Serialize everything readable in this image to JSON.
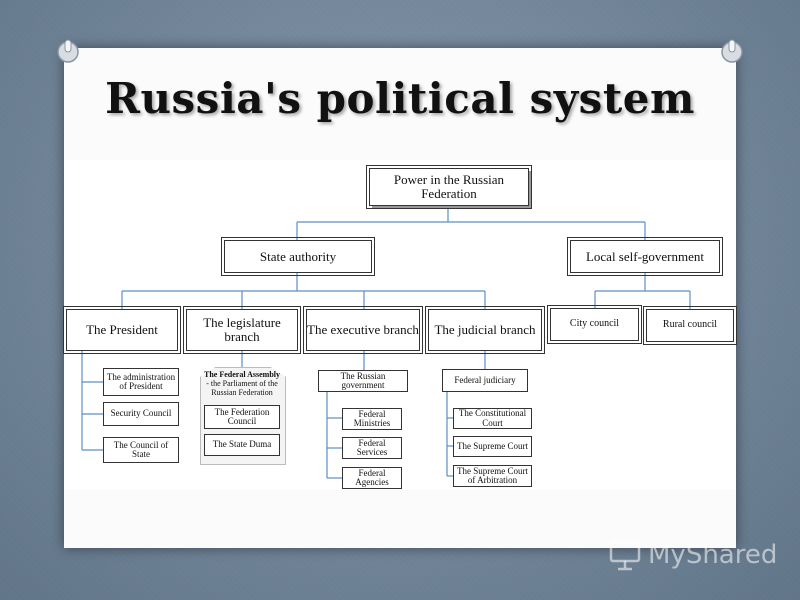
{
  "slide": {
    "title": "Russia's political system"
  },
  "diagram": {
    "root": "Power in the Russian Federation",
    "state_authority": "State authority",
    "local_self_government": "Local self-government",
    "branches": {
      "president": "The President",
      "legislature": "The legislature branch",
      "executive": "The executive branch",
      "judicial": "The judicial branch"
    },
    "local": {
      "city_council": "City council",
      "rural_council": "Rural council"
    },
    "president_items": [
      "The administration of President",
      "Security Council",
      "The Council of State"
    ],
    "legislature": {
      "assembly_title": "The Federal Assembly",
      "assembly_subtitle": "- the Parliament of the Russian Federation",
      "items": [
        "The Federation Council",
        "The State Duma"
      ]
    },
    "executive": {
      "head": "The Russian government",
      "items": [
        "Federal Ministries",
        "Federal Services",
        "Federal Agencies"
      ]
    },
    "judicial": {
      "head": "Federal judiciary",
      "items": [
        "The Constitutional Court",
        "The Supreme Court",
        "The Supreme Court of Arbitration"
      ]
    }
  },
  "watermark": {
    "text": "MyShared"
  },
  "colors": {
    "connector": "#5b8fc7",
    "background": "#73879b"
  }
}
